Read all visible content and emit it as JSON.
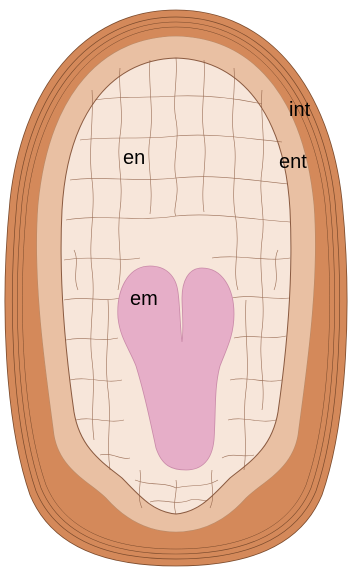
{
  "labels": {
    "integument": "int",
    "endothelium": "ent",
    "endosperm": "en",
    "embryo": "em"
  },
  "colors": {
    "background": "#ffffff",
    "integument_fill": "#d4895a",
    "integument_lines": "#7a4a2c",
    "endothelium_fill": "#e9c0a3",
    "endosperm_fill": "#f7e6da",
    "endosperm_cell_walls": "#8a5a40",
    "embryo_fill": "#e6aec8",
    "embryo_edge": "#c98aa8",
    "label_text": "#000000"
  }
}
